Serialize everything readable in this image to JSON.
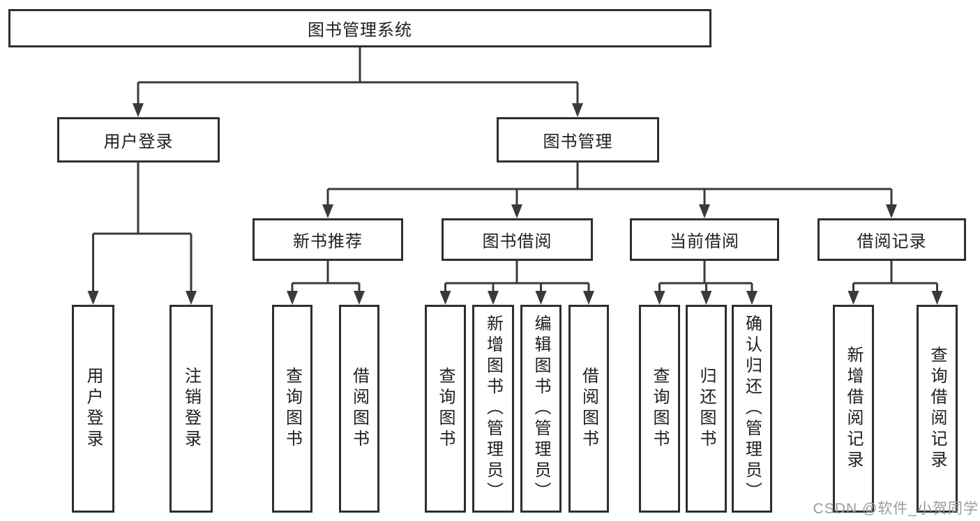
{
  "colors": {
    "background": "#ffffff",
    "line": "#3a3a3a",
    "node-border": "#2e2e2e",
    "text": "#1e1e1e",
    "watermark": "#9b9b9b"
  },
  "watermark": "CSDN @软件_小贺同学",
  "diagram": {
    "type": "tree",
    "root": {
      "label": "图书管理系统",
      "children": [
        {
          "label": "用户登录",
          "children": [
            {
              "label": "用户登录"
            },
            {
              "label": "注销登录"
            }
          ]
        },
        {
          "label": "图书管理",
          "children": [
            {
              "label": "新书推荐",
              "children": [
                {
                  "label": "查询图书"
                },
                {
                  "label": "借阅图书"
                }
              ]
            },
            {
              "label": "图书借阅",
              "children": [
                {
                  "label": "查询图书"
                },
                {
                  "label": "新增图书（管理员）"
                },
                {
                  "label": "编辑图书（管理员）"
                },
                {
                  "label": "借阅图书"
                }
              ]
            },
            {
              "label": "当前借阅",
              "children": [
                {
                  "label": "查询图书"
                },
                {
                  "label": "归还图书"
                },
                {
                  "label": "确认归还（管理员）"
                }
              ]
            },
            {
              "label": "借阅记录",
              "children": [
                {
                  "label": "新增借阅记录"
                },
                {
                  "label": "查询借阅记录"
                }
              ]
            }
          ]
        }
      ]
    }
  }
}
